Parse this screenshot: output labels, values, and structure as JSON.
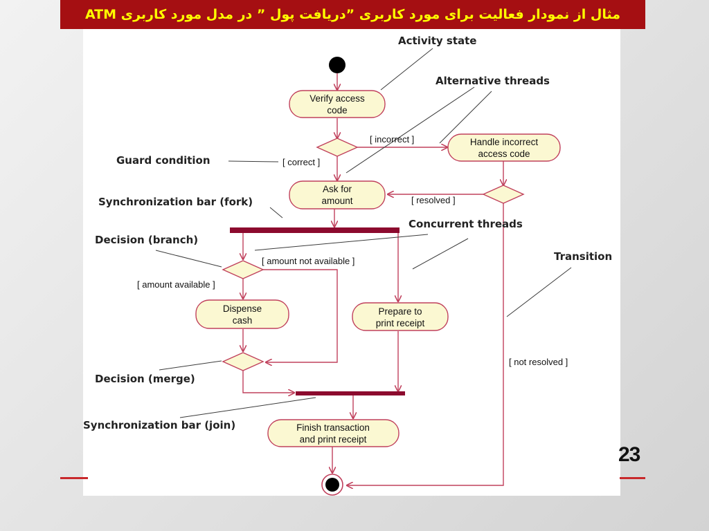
{
  "title": "مثال از نمودار فعالیت برای مورد کاربری ”دریافت پول ” در مدل مورد کاربری ATM",
  "page_number": "23",
  "colors": {
    "title_bg": "#a50f12",
    "title_text": "#ffff00",
    "flow": "#c0405c",
    "node_fill": "#fbf8d2",
    "sync_bar": "#8c0a2e"
  },
  "diagram": {
    "nodes": {
      "verify_line1": "Verify access",
      "verify_line2": "code",
      "handle_line1": "Handle incorrect",
      "handle_line2": "access code",
      "ask_line1": "Ask for",
      "ask_line2": "amount",
      "dispense_line1": "Dispense",
      "dispense_line2": "cash",
      "prepare_line1": "Prepare to",
      "prepare_line2": "print receipt",
      "finish_line1": "Finish transaction",
      "finish_line2": "and print receipt"
    },
    "guards": {
      "incorrect": "[ incorrect ]",
      "correct": "[ correct ]",
      "resolved": "[ resolved ]",
      "amount_not_available": "[ amount not available ]",
      "amount_available": "[ amount available ]",
      "not_resolved": "[ not resolved ]"
    },
    "labels": {
      "activity_state": "Activity state",
      "alternative_threads": "Alternative threads",
      "guard_condition": "Guard condition",
      "sync_fork": "Synchronization bar (fork)",
      "concurrent_threads": "Concurrent threads",
      "decision_branch": "Decision (branch)",
      "transition": "Transition",
      "decision_merge": "Decision (merge)",
      "sync_join": "Synchronization bar (join)"
    }
  }
}
